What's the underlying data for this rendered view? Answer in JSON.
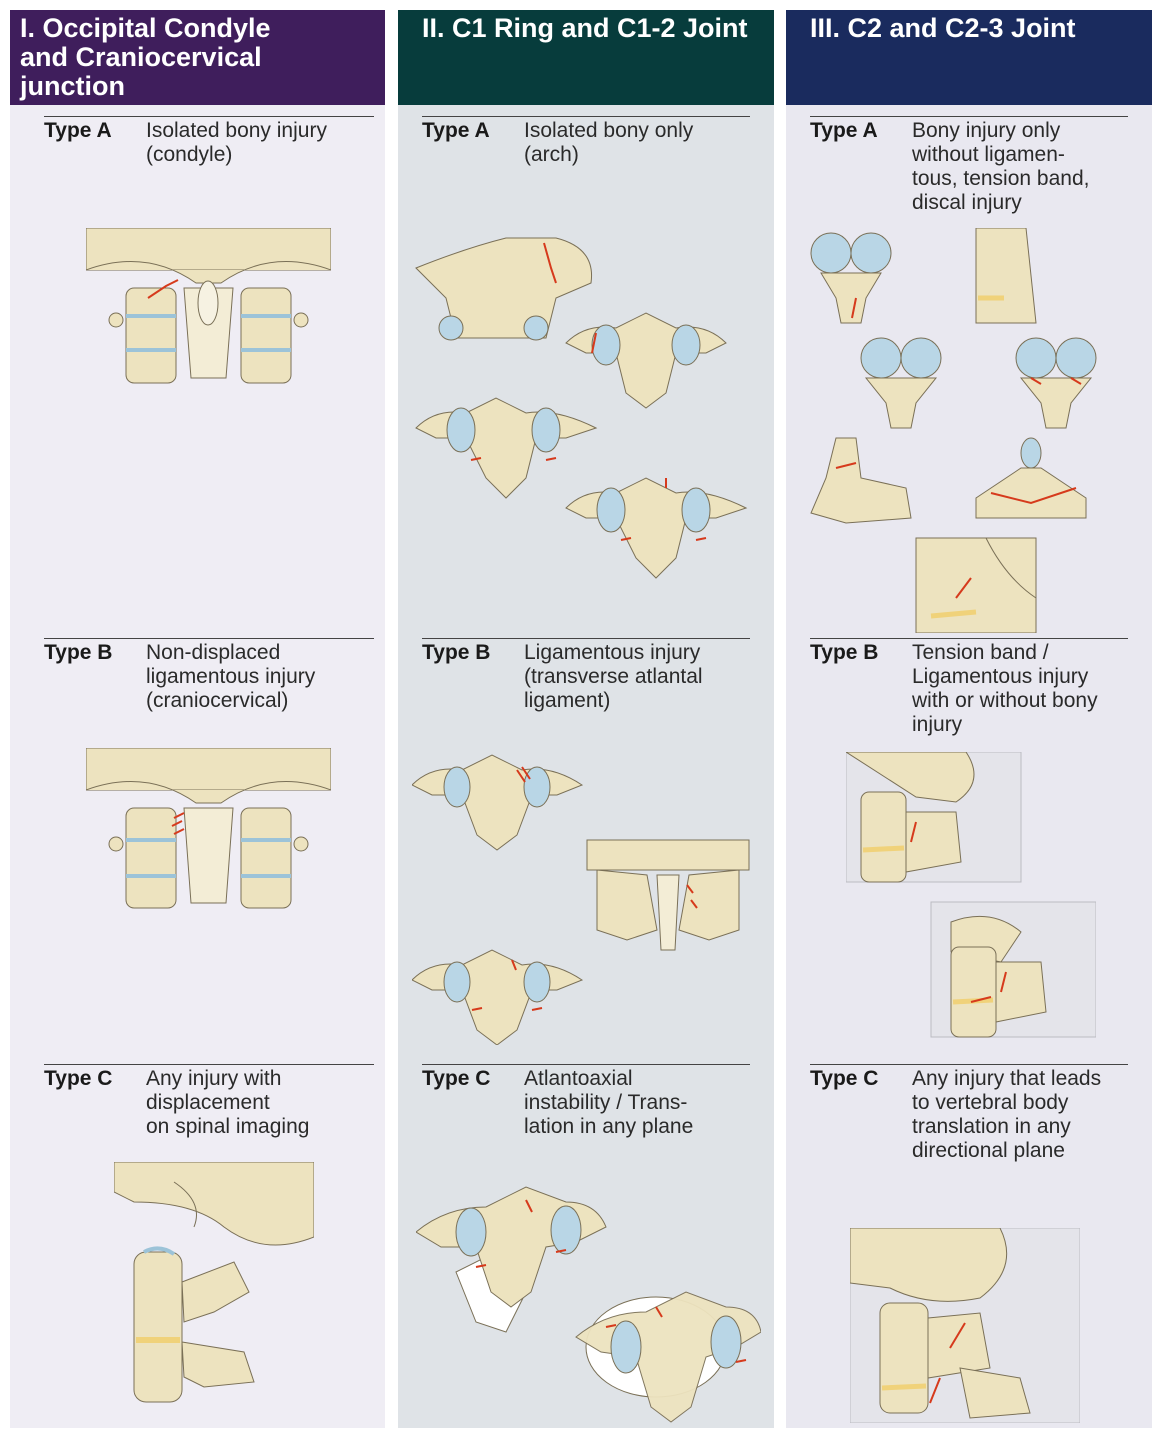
{
  "columns": [
    {
      "title": "I. Occipital Condyle\nand Craniocervical\njunction",
      "title_lines": [
        "I. Occipital Condyle",
        "and Craniocervical",
        "junction"
      ],
      "header_color": "#3f1e5c",
      "types": [
        {
          "label": "Type A",
          "desc": "Isolated bony injury\n(condyle)"
        },
        {
          "label": "Type B",
          "desc": "Non-displaced\nligamentous injury\n(craniocervical)"
        },
        {
          "label": "Type C",
          "desc": "Any injury with\ndisplacement\non spinal imaging"
        }
      ]
    },
    {
      "title": "II. C1 Ring and C1-2 Joint",
      "header_color": "#073c3c",
      "types": [
        {
          "label": "Type A",
          "desc": "Isolated bony only\n(arch)"
        },
        {
          "label": "Type B",
          "desc": "Ligamentous injury\n(transverse atlantal\nligament)"
        },
        {
          "label": "Type C",
          "desc": "Atlantoaxial\ninstability / Trans-\nlation in any plane"
        }
      ]
    },
    {
      "title": "III. C2 and C2-3 Joint",
      "header_color": "#1a2b5e",
      "types": [
        {
          "label": "Type A",
          "desc": "Bony injury only\nwithout ligamen-\ntous, tension band,\ndiscal injury"
        },
        {
          "label": "Type B",
          "desc": "Tension band /\nLigamentous injury\nwith or without bony\ninjury"
        },
        {
          "label": "Type C",
          "desc": "Any injury that leads\nto vertebral body\ntranslation in any\ndirectional plane"
        }
      ]
    }
  ],
  "colors": {
    "bone": "#ede3bf",
    "bone_outline": "#7a7057",
    "cartilage": "#b9d6e6",
    "fracture": "#d63a1c",
    "soft_tissue": "#e4e4ea"
  }
}
